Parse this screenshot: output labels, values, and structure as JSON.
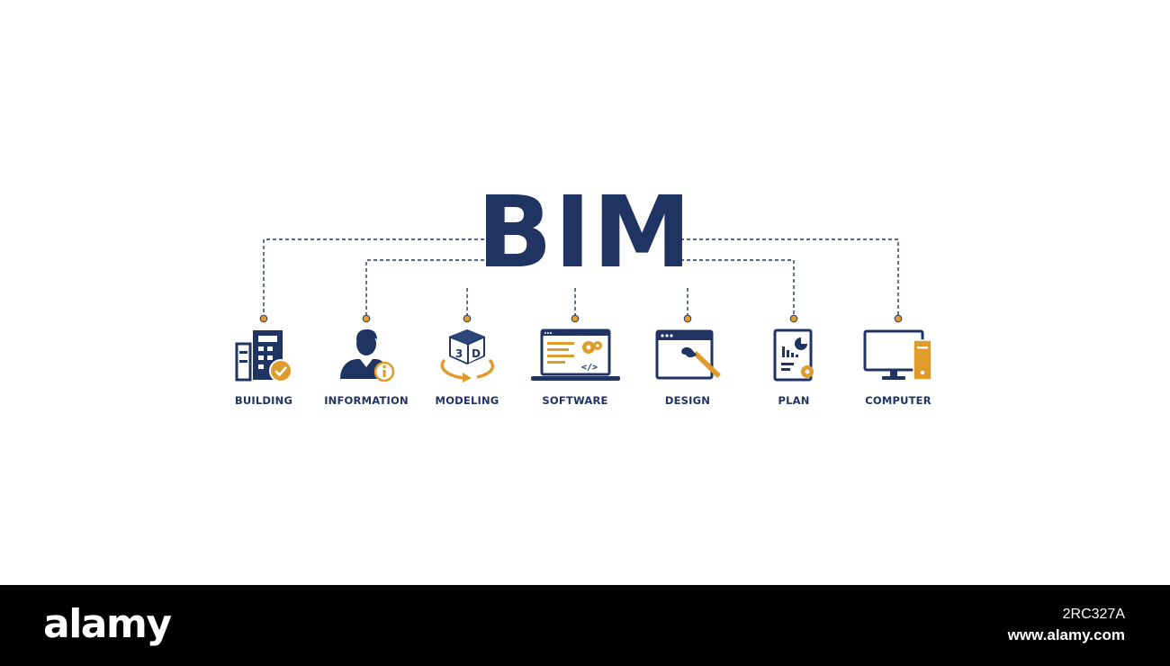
{
  "title": "BIM",
  "colors": {
    "navy": "#1f3463",
    "gold": "#e09b2d",
    "background": "#ffffff",
    "footer_bg": "#000000",
    "footer_text": "#ffffff"
  },
  "items": [
    {
      "label": "BUILDING",
      "icon": "building-check-icon"
    },
    {
      "label": "INFORMATION",
      "icon": "person-info-icon"
    },
    {
      "label": "MODELING",
      "icon": "3d-cube-rotate-icon"
    },
    {
      "label": "SOFTWARE",
      "icon": "laptop-code-gear-icon"
    },
    {
      "label": "DESIGN",
      "icon": "browser-brush-icon"
    },
    {
      "label": "PLAN",
      "icon": "document-chart-gear-icon"
    },
    {
      "label": "COMPUTER",
      "icon": "desktop-tower-icon"
    }
  ],
  "footer": {
    "logo": "alamy",
    "image_id": "2RC327A",
    "site": "www.alamy.com"
  }
}
